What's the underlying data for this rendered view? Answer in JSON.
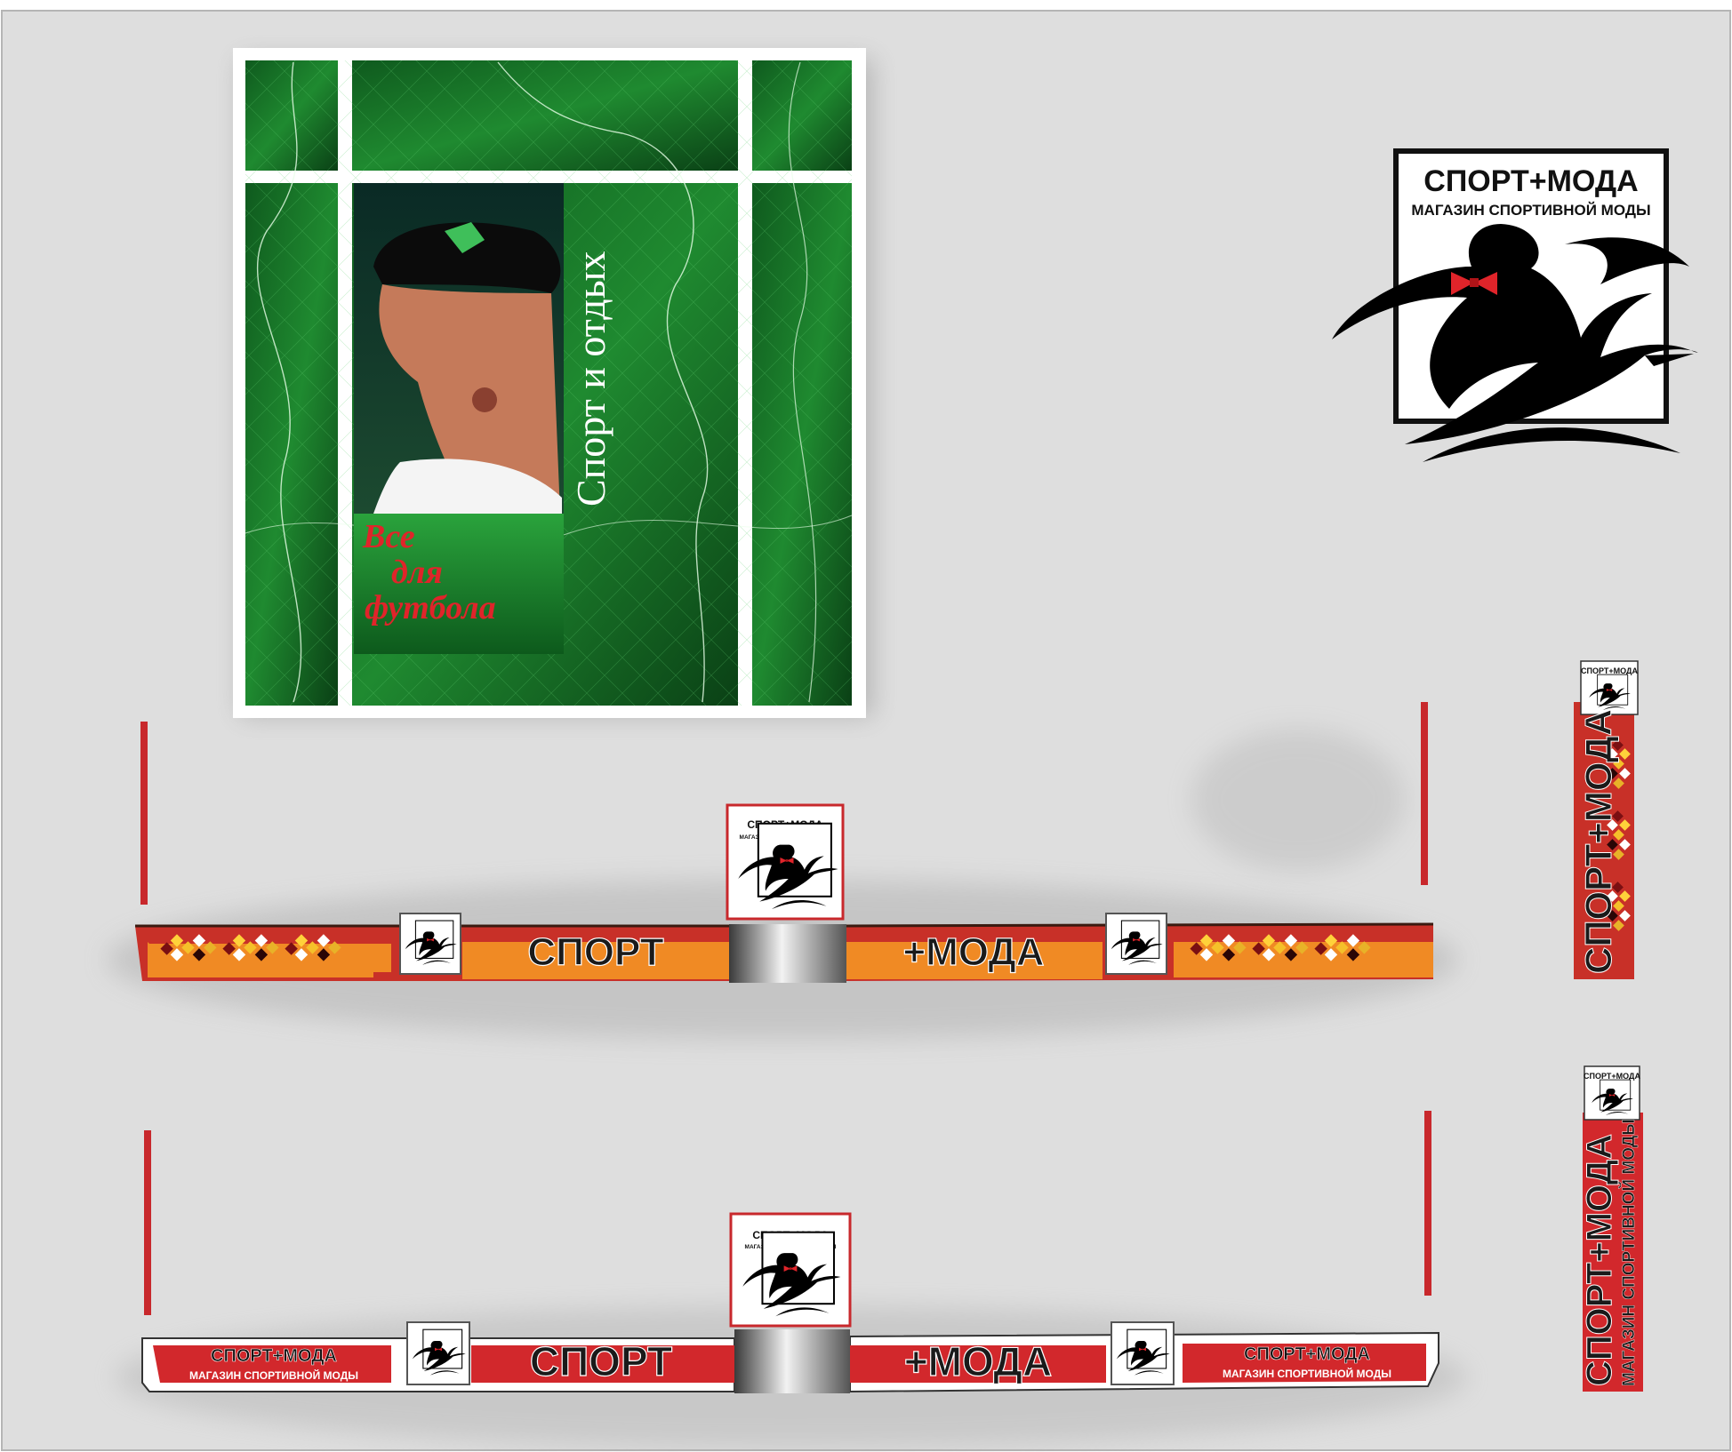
{
  "brand": {
    "name": "СПОРТ+МОДА",
    "tagline": "МАГАЗИН СПОРТИВНОЙ МОДЫ",
    "word_sport": "СПОРТ",
    "word_moda": "+МОДА"
  },
  "poster": {
    "vertical_title": "Спорт и отдых",
    "red_lines": [
      "Все",
      "для",
      "футбола"
    ]
  },
  "colors": {
    "background": "#dedede",
    "brand_red": "#d2282c",
    "accent_orange": "#f08a24",
    "poster_green": "#1f8a30",
    "poster_dark_green": "#0c4a18",
    "logo_black": "#000000",
    "bow_red": "#e0242a"
  },
  "icons": [
    "brand-logo-icon",
    "bowtie-icon",
    "gradient-pillar"
  ]
}
